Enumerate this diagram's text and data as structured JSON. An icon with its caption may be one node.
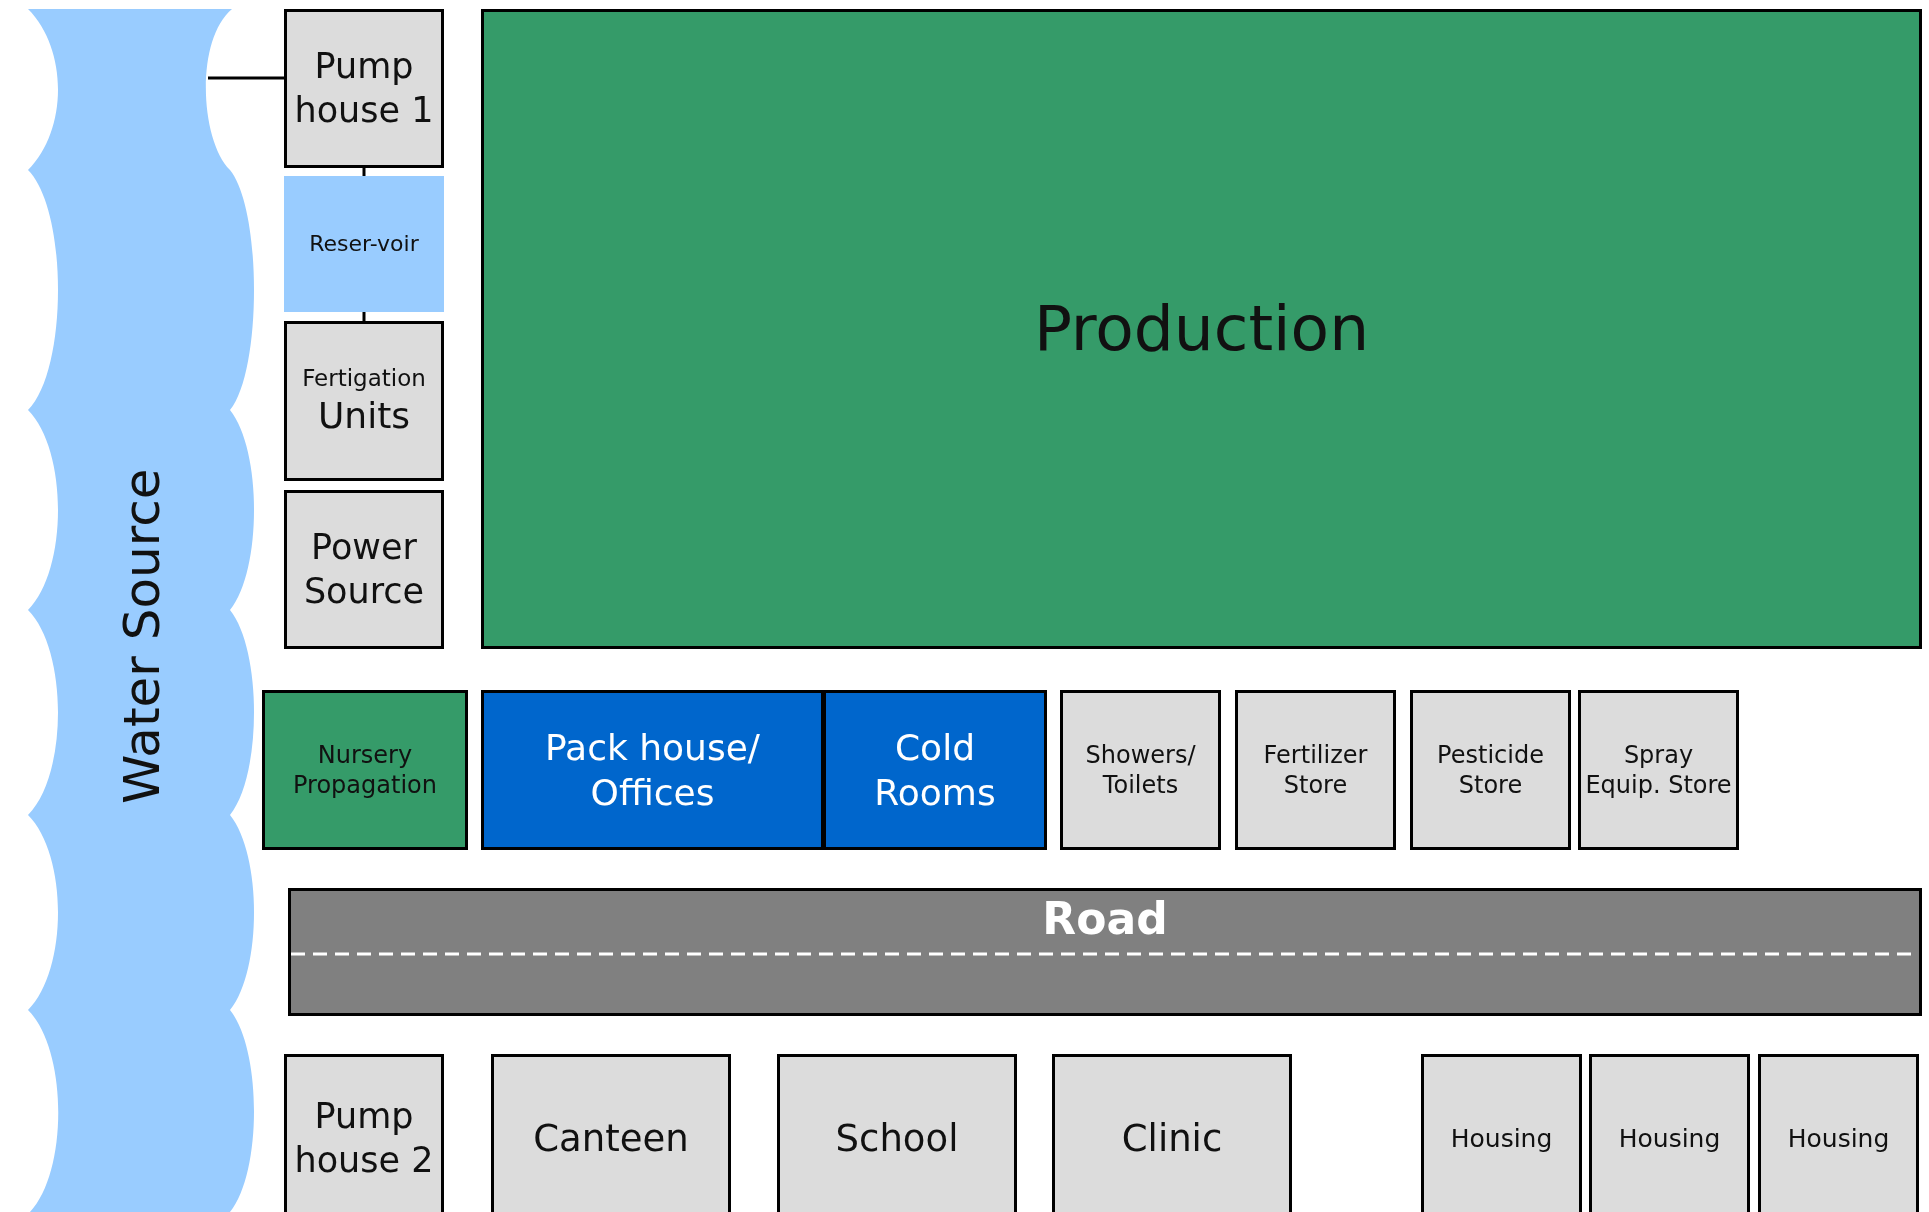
{
  "diagram": {
    "nodes": [
      {
        "text": [
          "Water Source"
        ]
      },
      {
        "text": [
          "Pump house 1"
        ]
      },
      {
        "text": [
          "Reser-voir"
        ]
      },
      {
        "text": [
          "Fertigation",
          "Units"
        ]
      },
      {
        "text": [
          "Power Source"
        ]
      },
      {
        "text": [
          "Production"
        ]
      },
      {
        "text": [
          "Nursery Propagation"
        ]
      },
      {
        "text": [
          "Pack house/ Offices"
        ]
      },
      {
        "text": [
          "Cold Rooms"
        ]
      },
      {
        "text": [
          "Showers/ Toilets"
        ]
      },
      {
        "text": [
          "Fertilizer Store"
        ]
      },
      {
        "text": [
          "Pesticide Store"
        ]
      },
      {
        "text": [
          "Spray Equip. Store"
        ]
      },
      {
        "text": [
          "Road"
        ]
      },
      {
        "text": [
          "Pump house 2"
        ]
      },
      {
        "text": [
          "Canteen"
        ]
      },
      {
        "text": [
          "School"
        ]
      },
      {
        "text": [
          "Clinic"
        ]
      },
      {
        "text": [
          "Housing"
        ]
      },
      {
        "text": [
          "Housing"
        ]
      },
      {
        "text": [
          "Housing"
        ]
      }
    ],
    "edges": [
      {
        "from": 0,
        "to": 1,
        "arrow": "none"
      },
      {
        "from": 1,
        "to": 2,
        "arrow": "none"
      },
      {
        "from": 2,
        "to": 3,
        "arrow": "none"
      }
    ]
  }
}
